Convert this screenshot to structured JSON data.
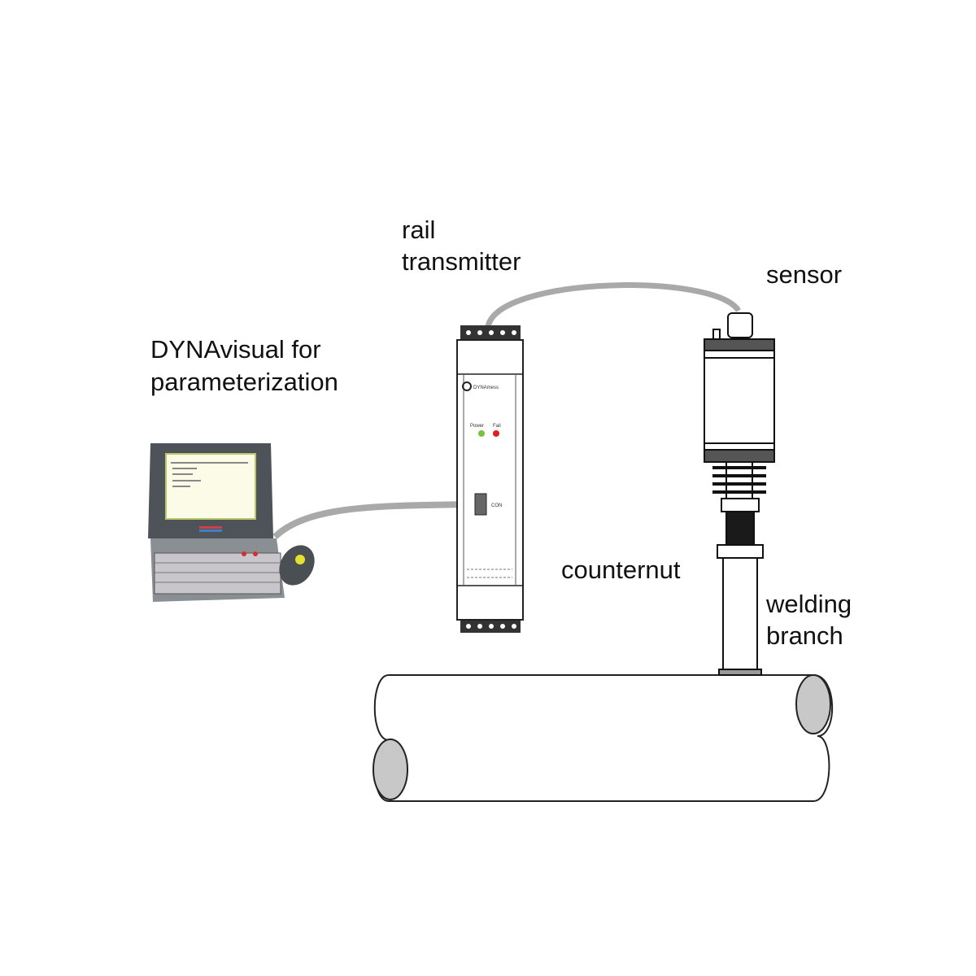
{
  "labels": {
    "rail_transmitter": [
      "rail",
      "transmitter"
    ],
    "sensor": "sensor",
    "software": [
      "DYNAvisual for",
      "parameterization"
    ],
    "counternut": "counternut",
    "welding_branch": [
      "welding",
      "branch"
    ]
  },
  "transmitter": {
    "led_power": "Power",
    "led_fail": "Fail",
    "port": "CON"
  },
  "colors": {
    "led_power": "#7ac143",
    "led_fail": "#e02020",
    "cable": "#a9a9a9",
    "pipe_end": "#c8c8c8"
  }
}
